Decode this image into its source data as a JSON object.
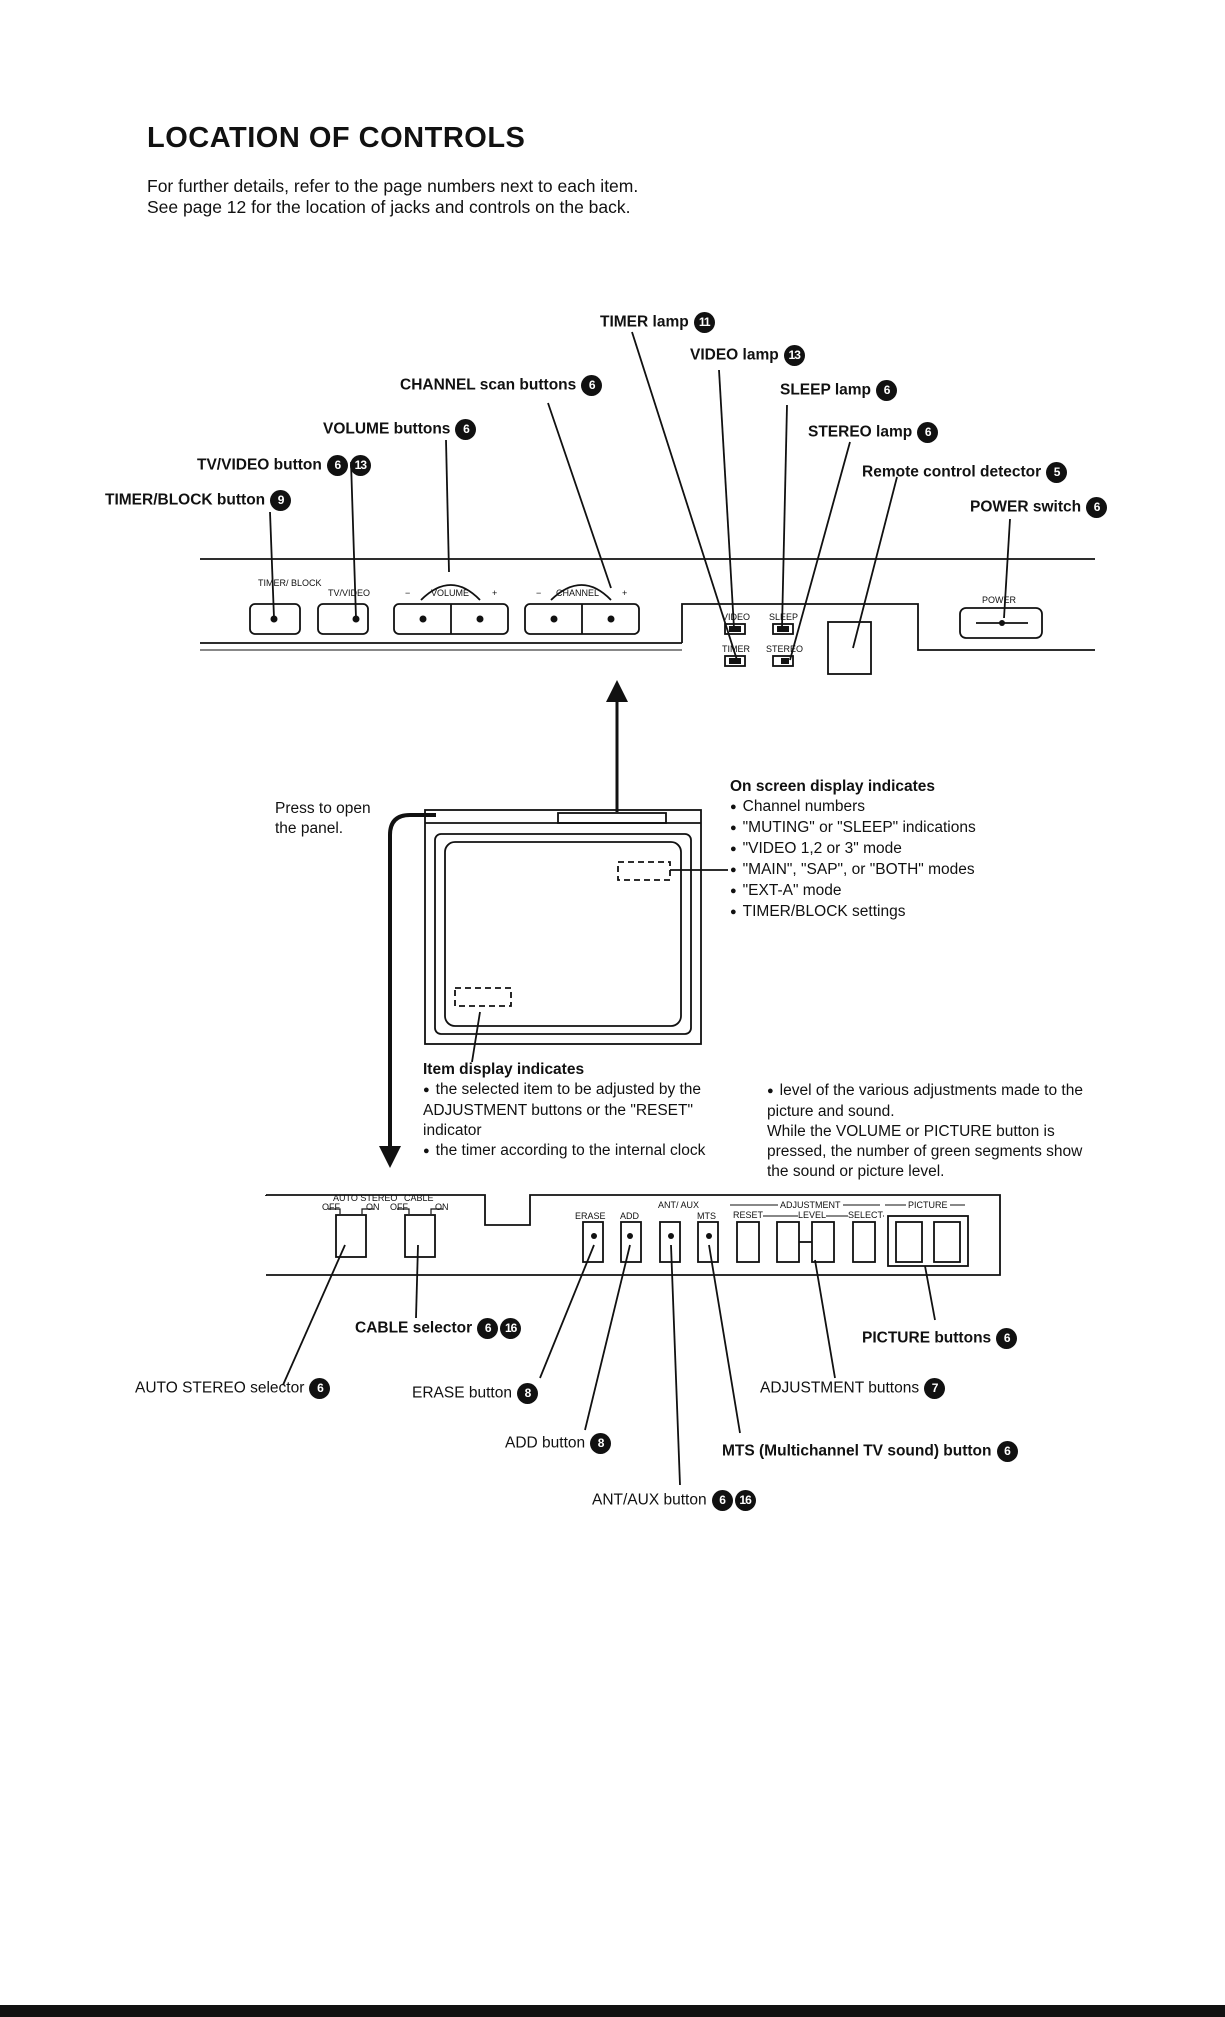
{
  "page": {
    "title": "LOCATION OF CONTROLS",
    "intro_1": "For further details, refer to the page numbers next to each item.",
    "intro_2": "See page 12 for the location of jacks and controls on the back."
  },
  "front_panel_labels": [
    {
      "id": "timer-lamp",
      "text": "TIMER lamp",
      "pages": [
        "11"
      ]
    },
    {
      "id": "video-lamp",
      "text": "VIDEO lamp",
      "pages": [
        "13"
      ]
    },
    {
      "id": "channel-scan-buttons",
      "text": "CHANNEL scan buttons",
      "pages": [
        "6"
      ]
    },
    {
      "id": "sleep-lamp",
      "text": "SLEEP lamp",
      "pages": [
        "6"
      ]
    },
    {
      "id": "volume-buttons",
      "text": "VOLUME buttons",
      "pages": [
        "6"
      ]
    },
    {
      "id": "stereo-lamp",
      "text": "STEREO lamp",
      "pages": [
        "6"
      ]
    },
    {
      "id": "tv-video-button",
      "text": "TV/VIDEO button",
      "pages": [
        "6",
        "13"
      ]
    },
    {
      "id": "remote-control-detector",
      "text": "Remote control detector",
      "pages": [
        "5"
      ]
    },
    {
      "id": "timer-block-button",
      "text": "TIMER/BLOCK button",
      "pages": [
        "9"
      ]
    },
    {
      "id": "power-switch",
      "text": "POWER switch",
      "pages": [
        "6"
      ]
    }
  ],
  "panel_markings": {
    "timer_block": "TIMER/ BLOCK",
    "tv_video": "TV/VIDEO",
    "volume": "VOLUME",
    "channel": "CHANNEL",
    "minus": "−",
    "plus": "+",
    "video": "VIDEO",
    "sleep": "SLEEP",
    "timer": "TIMER",
    "stereo": "STEREO",
    "power": "POWER"
  },
  "press_note": "Press to open the panel.",
  "osd": {
    "heading": "On screen display indicates",
    "items": [
      "Channel numbers",
      "\"MUTING\" or \"SLEEP\" indications",
      "\"VIDEO 1,2 or 3\" mode",
      "\"MAIN\", \"SAP\", or \"BOTH\" modes",
      "\"EXT-A\" mode",
      "TIMER/BLOCK settings"
    ]
  },
  "item_display": {
    "heading": "Item display indicates",
    "bullet_1": "the selected item to be adjusted by the ADJUSTMENT buttons or the \"RESET\" indicator",
    "bullet_2": "the timer according to the internal clock",
    "bullet_3": "level of the various adjustments made to the picture and sound.",
    "note": "While the VOLUME or PICTURE button is pressed, the number of green segments show the sound or picture level."
  },
  "lower_panel_markings": {
    "auto_stereo": "AUTO STEREO",
    "cable": "CABLE",
    "off": "OFF",
    "on": "ON",
    "erase": "ERASE",
    "add": "ADD",
    "ant_aux": "ANT/ AUX",
    "mts": "MTS",
    "adjustment": "ADJUSTMENT",
    "picture": "PICTURE",
    "reset": "RESET",
    "level": "LEVEL",
    "select": "SELECT"
  },
  "lower_labels": [
    {
      "id": "cable-selector",
      "text": "CABLE selector",
      "pages": [
        "6",
        "16"
      ]
    },
    {
      "id": "picture-buttons",
      "text": "PICTURE buttons",
      "pages": [
        "6"
      ]
    },
    {
      "id": "auto-stereo-selector",
      "text": "AUTO STEREO selector",
      "pages": [
        "6"
      ]
    },
    {
      "id": "erase-button",
      "text": "ERASE button",
      "pages": [
        "8"
      ]
    },
    {
      "id": "adjustment-buttons",
      "text": "ADJUSTMENT buttons",
      "pages": [
        "7"
      ]
    },
    {
      "id": "add-button",
      "text": "ADD button",
      "pages": [
        "8"
      ]
    },
    {
      "id": "mts-button",
      "text": "MTS (Multichannel TV sound) button",
      "pages": [
        "6"
      ]
    },
    {
      "id": "ant-aux-button",
      "text": "ANT/AUX button",
      "pages": [
        "6",
        "16"
      ]
    }
  ]
}
